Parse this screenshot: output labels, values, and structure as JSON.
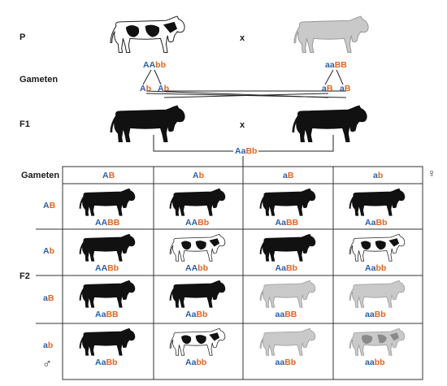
{
  "labels": {
    "p": "P",
    "gameten": "Gameten",
    "f1": "F1",
    "f2": "F2",
    "cross": "x",
    "grid_header": "Gameten",
    "female_symbol": "♀",
    "male_symbol": "♂"
  },
  "parents": {
    "left_genotype": [
      "AA",
      "bb"
    ],
    "right_genotype": [
      "aa",
      "BB"
    ],
    "left_gametes": [
      [
        "A",
        "b"
      ],
      [
        "A",
        "b"
      ]
    ],
    "right_gametes": [
      [
        "a",
        "B"
      ],
      [
        "a",
        "B"
      ]
    ]
  },
  "f1": {
    "genotype": [
      "Aa",
      "Bb"
    ]
  },
  "grid": {
    "columns": [
      [
        "A",
        "B"
      ],
      [
        "A",
        "b"
      ],
      [
        "a",
        "B"
      ],
      [
        "a",
        "b"
      ]
    ],
    "rows": [
      [
        "A",
        "B"
      ],
      [
        "A",
        "b"
      ],
      [
        "a",
        "B"
      ],
      [
        "a",
        "b"
      ]
    ],
    "cells": [
      [
        {
          "g": [
            "AA",
            "BB"
          ],
          "cow": "black"
        },
        {
          "g": [
            "AA",
            "Bb"
          ],
          "cow": "black"
        },
        {
          "g": [
            "Aa",
            "BB"
          ],
          "cow": "black"
        },
        {
          "g": [
            "Aa",
            "Bb"
          ],
          "cow": "black"
        }
      ],
      [
        {
          "g": [
            "AA",
            "Bb"
          ],
          "cow": "black"
        },
        {
          "g": [
            "AA",
            "bb"
          ],
          "cow": "spotted"
        },
        {
          "g": [
            "Aa",
            "Bb"
          ],
          "cow": "black"
        },
        {
          "g": [
            "Aa",
            "bb"
          ],
          "cow": "spotted"
        }
      ],
      [
        {
          "g": [
            "Aa",
            "BB"
          ],
          "cow": "black"
        },
        {
          "g": [
            "Aa",
            "Bb"
          ],
          "cow": "black"
        },
        {
          "g": [
            "aa",
            "BB"
          ],
          "cow": "grey"
        },
        {
          "g": [
            "aa",
            "Bb"
          ],
          "cow": "grey"
        }
      ],
      [
        {
          "g": [
            "Aa",
            "Bb"
          ],
          "cow": "black"
        },
        {
          "g": [
            "Aa",
            "bb"
          ],
          "cow": "spotted"
        },
        {
          "g": [
            "aa",
            "Bb"
          ],
          "cow": "grey"
        },
        {
          "g": [
            "aa",
            "bb"
          ],
          "cow": "greyspotted"
        }
      ]
    ]
  },
  "colors": {
    "dominant_letter": "#2a5ea8",
    "recessive_letter": "#e2641e",
    "black_cow": "#111111",
    "grey_cow": "#c9c9c9",
    "grey_spots": "#8a8a8a"
  }
}
